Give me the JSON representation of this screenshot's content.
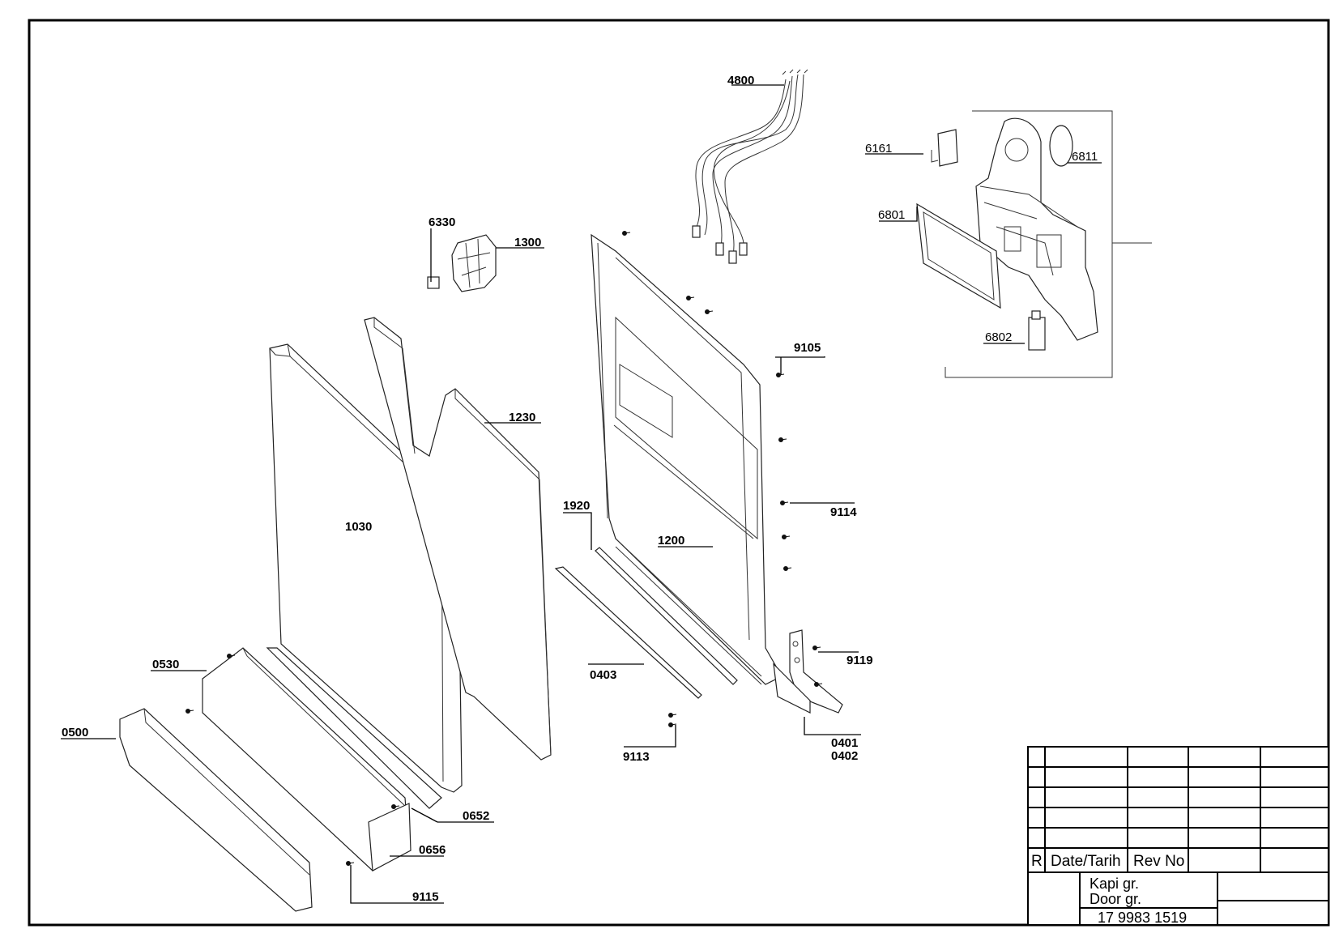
{
  "parts": {
    "p4800": "4800",
    "p6161": "6161",
    "p6811": "6811",
    "p6801": "6801",
    "p6802": "6802",
    "p6330": "6330",
    "p1300": "1300",
    "p9105": "9105",
    "p1230": "1230",
    "p1030": "1030",
    "p1920": "1920",
    "p1200": "1200",
    "p9114": "9114",
    "p0530": "0530",
    "p0403": "0403",
    "p9119": "9119",
    "p0500": "0500",
    "p9113": "9113",
    "p0401": "0401",
    "p0402": "0402",
    "p0652": "0652",
    "p0656": "0656",
    "p9115": "9115"
  },
  "title_block": {
    "rev_mark": "R",
    "date_header": "Date/Tarih",
    "rev_header": "Rev No",
    "group_tr": "Kapi gr.",
    "group_en": "Door gr.",
    "drawing_number": "17 9983 1519"
  }
}
